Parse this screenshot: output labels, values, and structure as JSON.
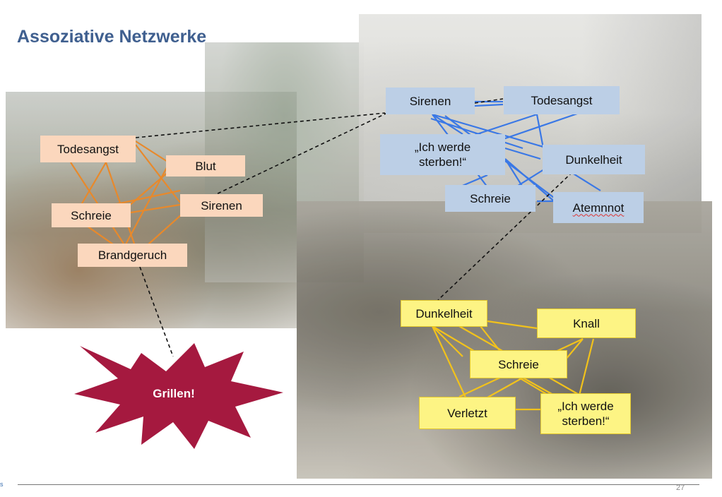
{
  "title": "Assoziative Netzwerke",
  "orange_nodes": {
    "todesangst": "Todesangst",
    "blut": "Blut",
    "schreie": "Schreie",
    "sirenen": "Sirenen",
    "brandgeruch": "Brandgeruch"
  },
  "blue_nodes": {
    "sirenen": "Sirenen",
    "todesangst": "Todesangst",
    "ich_werde_sterben_line1": "„Ich werde",
    "ich_werde_sterben_line2": "sterben!“",
    "dunkelheit": "Dunkelheit",
    "schreie": "Schreie",
    "atemnot": "Atemnnot"
  },
  "yellow_nodes": {
    "dunkelheit": "Dunkelheit",
    "knall": "Knall",
    "schreie": "Schreie",
    "verletzt": "Verletzt",
    "ich_werde_sterben_line1": "„Ich werde",
    "ich_werde_sterben_line2": "sterben!“"
  },
  "star_label": "Grillen!",
  "page_number": "27",
  "colors": {
    "title": "#3f5f8f",
    "orange_node": "#fbd7bd",
    "orange_line": "#e8892b",
    "blue_node": "#bccfe6",
    "blue_line": "#3a78e6",
    "yellow_node": "#fdf484",
    "yellow_line": "#f2c21b",
    "star": "#a5193f",
    "dashed_link": "#111111"
  }
}
